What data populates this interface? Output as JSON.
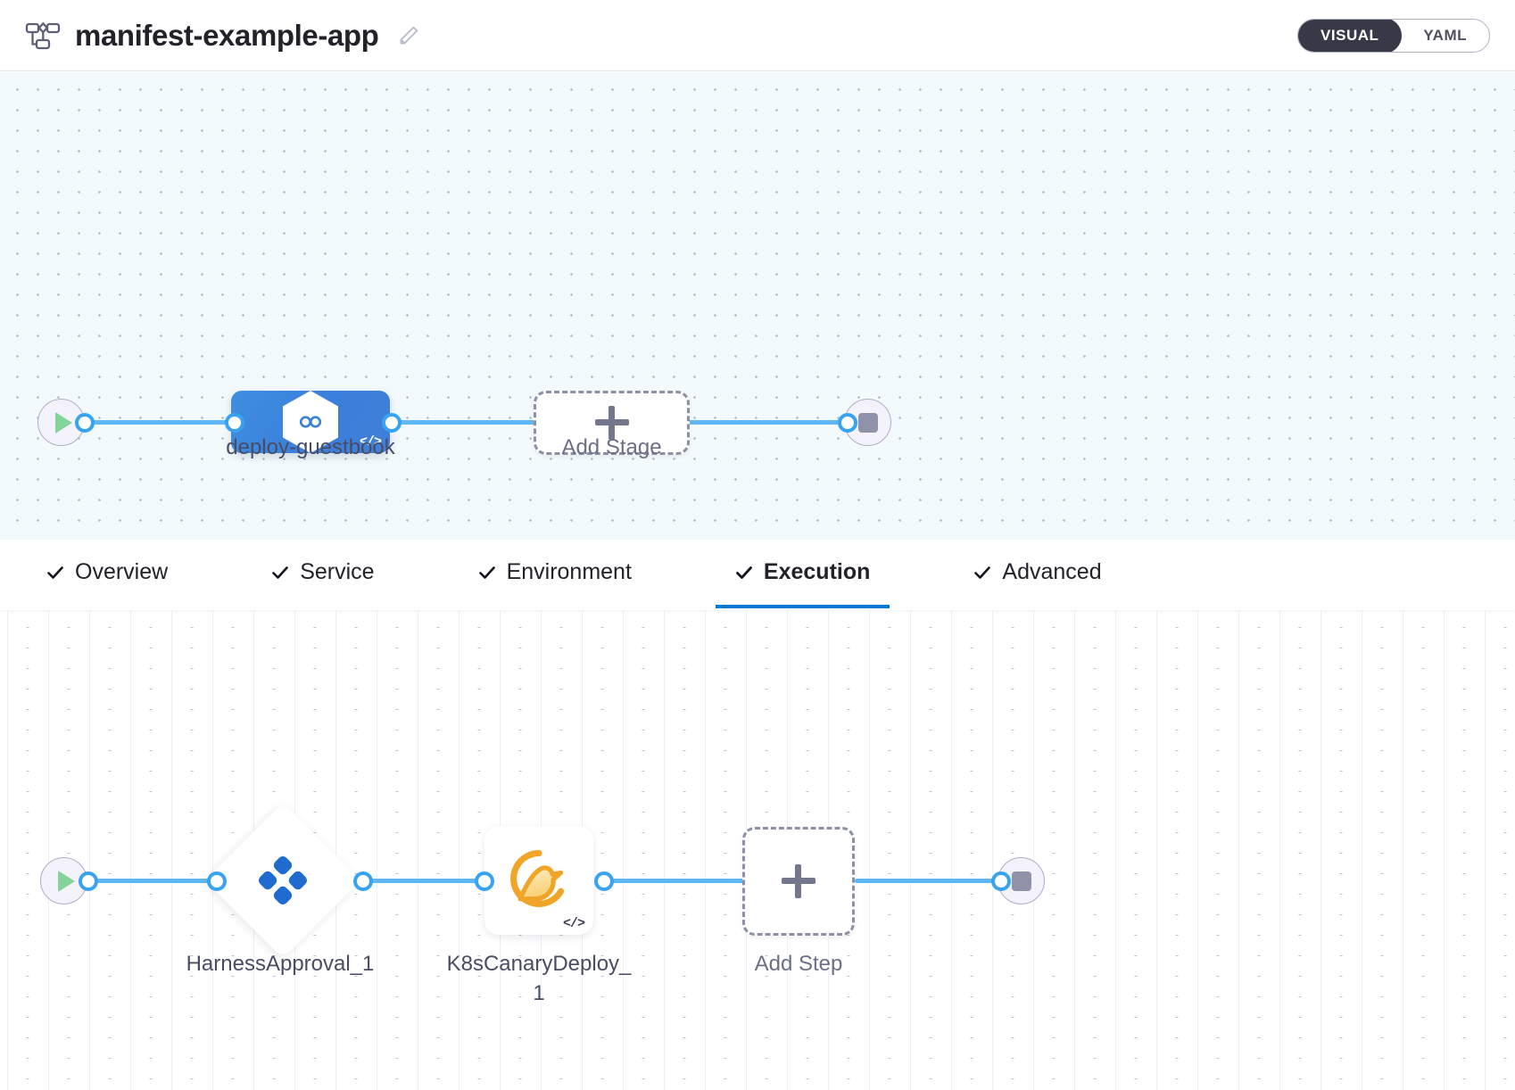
{
  "header": {
    "pipeline_icon": "pipeline-flow-icon",
    "title": "manifest-example-app",
    "edit_icon": "pencil-edit-icon",
    "mode_toggle": {
      "options": [
        "VISUAL",
        "YAML"
      ],
      "selected": "VISUAL"
    }
  },
  "stage_graph": {
    "start_node": {
      "icon": "play-icon"
    },
    "end_node": {
      "icon": "stop-icon"
    },
    "nodes": [
      {
        "id": "deploy-guestbook",
        "label": "deploy-guestbook",
        "type": "deployment-stage",
        "icon": "harness-hexagon-icon",
        "code_badge": "</>"
      }
    ],
    "add_node": {
      "label": "Add Stage",
      "icon": "plus-icon"
    }
  },
  "tabs": [
    {
      "label": "Overview",
      "checked": true,
      "active": false
    },
    {
      "label": "Service",
      "checked": true,
      "active": false
    },
    {
      "label": "Environment",
      "checked": true,
      "active": false
    },
    {
      "label": "Execution",
      "checked": true,
      "active": true
    },
    {
      "label": "Advanced",
      "checked": true,
      "active": false
    }
  ],
  "execution_graph": {
    "start_node": {
      "icon": "play-icon"
    },
    "end_node": {
      "icon": "stop-icon"
    },
    "steps": [
      {
        "id": "HarnessApproval_1",
        "label": "HarnessApproval_1",
        "shape": "diamond",
        "icon": "harness-approval-icon"
      },
      {
        "id": "K8sCanaryDeploy_1",
        "label": "K8sCanaryDeploy_1",
        "shape": "square",
        "icon": "canary-bird-icon",
        "code_badge": "</>"
      }
    ],
    "add_node": {
      "label": "Add Step",
      "icon": "plus-icon"
    }
  },
  "colors": {
    "accent_blue": "#0278d5",
    "edge_blue": "#5fb8f5",
    "stage_blue": "#3a7fdc",
    "canary_orange": "#f5a623",
    "approval_blue": "#1f6bd0",
    "toggle_dark": "#383946"
  }
}
